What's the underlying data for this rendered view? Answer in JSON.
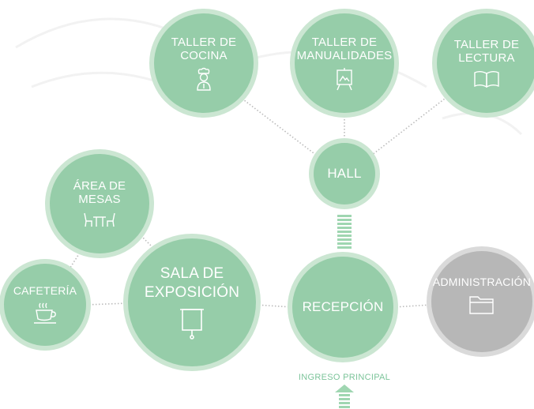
{
  "diagram": {
    "nodes": {
      "taller_cocina": {
        "label_lines": [
          "TALLER DE",
          "COCINA"
        ],
        "icon": "chef-icon"
      },
      "taller_manualidades": {
        "label_lines": [
          "TALLER DE",
          "MANUALIDADES"
        ],
        "icon": "easel-icon"
      },
      "taller_lectura": {
        "label_lines": [
          "TALLER DE",
          "LECTURA"
        ],
        "icon": "open-book-icon"
      },
      "hall": {
        "label": "HALL"
      },
      "area_mesas": {
        "label_lines": [
          "ÁREA DE",
          "MESAS"
        ],
        "icon": "table-chairs-icon"
      },
      "cafeteria": {
        "label": "CAFETERÍA",
        "icon": "coffee-cup-icon"
      },
      "sala_exposicion": {
        "label_lines": [
          "SALA DE",
          "EXPOSICIÓN"
        ],
        "icon": "projector-screen-icon"
      },
      "recepcion": {
        "label": "RECEPCIÓN"
      },
      "administracion": {
        "label": "ADMINISTRACIÓN",
        "icon": "folder-icon"
      }
    },
    "entrance_label": "INGRESO PRINCIPAL",
    "colors": {
      "node_fill": "#96cda9",
      "node_ring": "#cbe6d2",
      "inactive_fill": "#b7b7b7",
      "inactive_ring": "#dadada",
      "connector": "#bbbbbb",
      "accent": "#7cc49a"
    }
  }
}
